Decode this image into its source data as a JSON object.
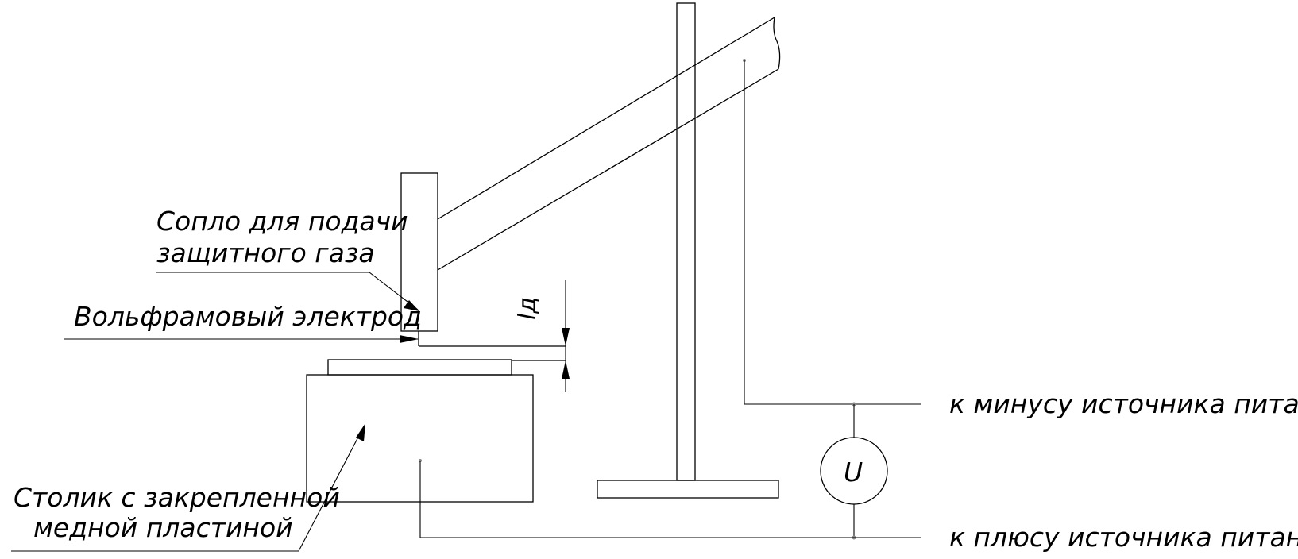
{
  "labels": {
    "nozzle_line1": "Сопло для подачи",
    "nozzle_line2": "защитного газа",
    "electrode": "Вольфрамовый электрод",
    "gap_label": "lд",
    "table_line1": "Столик с закрепленной",
    "table_line2": "медной пластиной",
    "minus_label": "к минусу источника питания",
    "plus_label": "к плюсу источника питания",
    "voltmeter_symbol": "U"
  },
  "colors": {
    "stroke": "#000000",
    "background": "#ffffff"
  }
}
